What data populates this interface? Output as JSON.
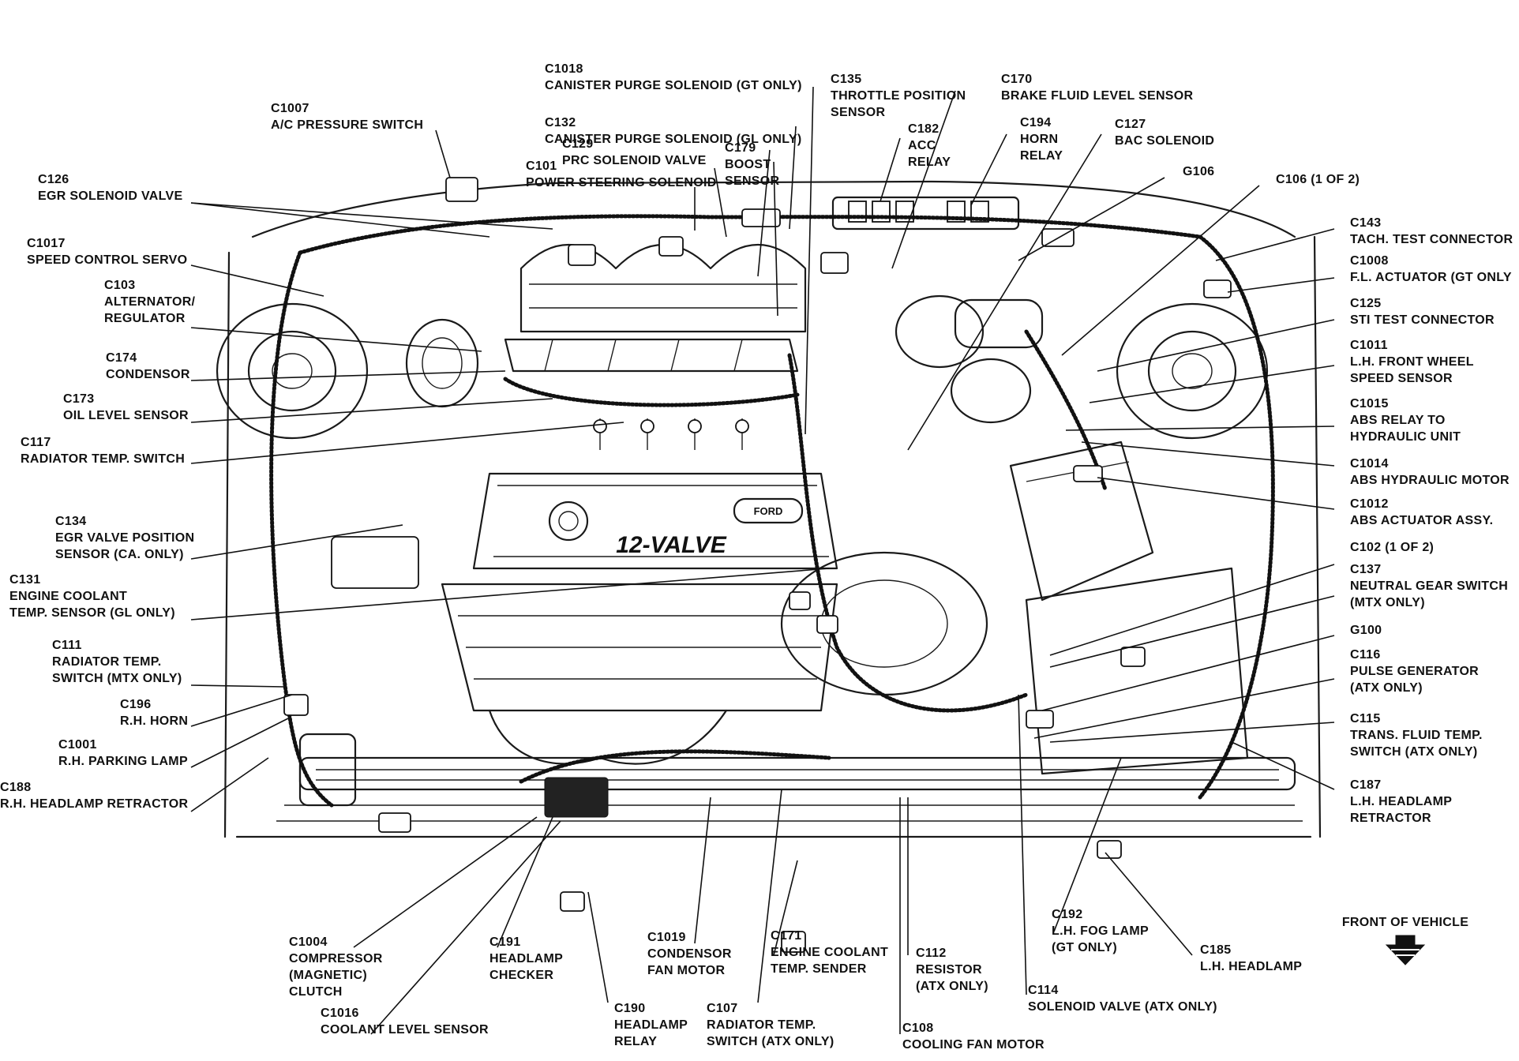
{
  "engine_logo": {
    "text": "12-VALVE",
    "badge": "FORD"
  },
  "front_marker": {
    "label": "FRONT OF VEHICLE",
    "arrow_icon": "down-arrow-icon"
  },
  "callouts": [
    {
      "id": "c1018",
      "lines": [
        "C1018",
        "CANISTER PURGE SOLENOID (GT ONLY)"
      ]
    },
    {
      "id": "c132",
      "lines": [
        "C132",
        "CANISTER PURGE SOLENOID (GL ONLY)"
      ]
    },
    {
      "id": "c135",
      "lines": [
        "C135",
        "THROTTLE POSITION",
        "SENSOR"
      ]
    },
    {
      "id": "c170",
      "lines": [
        "C170",
        "BRAKE FLUID LEVEL SENSOR"
      ]
    },
    {
      "id": "c1007",
      "lines": [
        "C1007",
        "A/C PRESSURE SWITCH"
      ]
    },
    {
      "id": "c182",
      "lines": [
        "C182",
        "ACC",
        "RELAY"
      ]
    },
    {
      "id": "c194",
      "lines": [
        "C194",
        "HORN",
        "RELAY"
      ]
    },
    {
      "id": "c127",
      "lines": [
        "C127",
        "BAC SOLENOID"
      ]
    },
    {
      "id": "c129",
      "lines": [
        "C129",
        "PRC SOLENOID VALVE"
      ]
    },
    {
      "id": "c179",
      "lines": [
        "C179",
        "BOOST",
        "SENSOR"
      ]
    },
    {
      "id": "c101",
      "lines": [
        "C101",
        "POWER STEERING SOLENOID"
      ]
    },
    {
      "id": "g106",
      "lines": [
        "G106"
      ]
    },
    {
      "id": "c106",
      "lines": [
        "C106 (1 OF 2)"
      ]
    },
    {
      "id": "c126",
      "lines": [
        "C126",
        "EGR SOLENOID  VALVE"
      ]
    },
    {
      "id": "c143",
      "lines": [
        "C143",
        "TACH. TEST CONNECTOR"
      ]
    },
    {
      "id": "c1017",
      "lines": [
        "C1017",
        "SPEED CONTROL SERVO"
      ]
    },
    {
      "id": "c1008",
      "lines": [
        "C1008",
        "F.L. ACTUATOR (GT ONLY"
      ]
    },
    {
      "id": "c103",
      "lines": [
        "C103",
        "ALTERNATOR/",
        "REGULATOR"
      ]
    },
    {
      "id": "c125",
      "lines": [
        "C125",
        "STI TEST CONNECTOR"
      ]
    },
    {
      "id": "c1011",
      "lines": [
        "C1011",
        "L.H. FRONT WHEEL",
        "SPEED SENSOR"
      ]
    },
    {
      "id": "c174",
      "lines": [
        "C174",
        "CONDENSOR"
      ]
    },
    {
      "id": "c1015",
      "lines": [
        "C1015",
        "ABS RELAY TO",
        "HYDRAULIC UNIT"
      ]
    },
    {
      "id": "c173",
      "lines": [
        "C173",
        "OIL LEVEL SENSOR"
      ]
    },
    {
      "id": "c117",
      "lines": [
        "C117",
        "RADIATOR TEMP. SWITCH"
      ]
    },
    {
      "id": "c1014",
      "lines": [
        "C1014",
        "ABS HYDRAULIC MOTOR"
      ]
    },
    {
      "id": "c1012",
      "lines": [
        "C1012",
        "ABS ACTUATOR ASSY."
      ]
    },
    {
      "id": "c134",
      "lines": [
        "C134",
        "EGR VALVE POSITION",
        "SENSOR (CA. ONLY)"
      ]
    },
    {
      "id": "c102",
      "lines": [
        "C102 (1 OF  2)"
      ]
    },
    {
      "id": "c131",
      "lines": [
        "C131",
        "ENGINE COOLANT",
        "TEMP.  SENSOR (GL ONLY)"
      ]
    },
    {
      "id": "c137",
      "lines": [
        "C137",
        "NEUTRAL GEAR SWITCH",
        "(MTX ONLY)"
      ]
    },
    {
      "id": "g100",
      "lines": [
        "G100"
      ]
    },
    {
      "id": "c111",
      "lines": [
        "C111",
        "RADIATOR TEMP.",
        "SWITCH (MTX ONLY)"
      ]
    },
    {
      "id": "c116",
      "lines": [
        "C116",
        "PULSE GENERATOR",
        "(ATX ONLY)"
      ]
    },
    {
      "id": "c196",
      "lines": [
        "C196",
        "R.H. HORN"
      ]
    },
    {
      "id": "c115",
      "lines": [
        "C115",
        "TRANS. FLUID TEMP.",
        "SWITCH (ATX ONLY)"
      ]
    },
    {
      "id": "c1001",
      "lines": [
        "C1001",
        "R.H. PARKING LAMP"
      ]
    },
    {
      "id": "c187",
      "lines": [
        "C187",
        "L.H. HEADLAMP",
        "RETRACTOR"
      ]
    },
    {
      "id": "c188",
      "lines": [
        "C188",
        "R.H. HEADLAMP RETRACTOR"
      ]
    },
    {
      "id": "c192",
      "lines": [
        "C192",
        "L.H. FOG LAMP",
        "(GT ONLY)"
      ]
    },
    {
      "id": "c185",
      "lines": [
        "C185",
        "L.H. HEADLAMP"
      ]
    },
    {
      "id": "c1004",
      "lines": [
        "C1004",
        "COMPRESSOR",
        "(MAGNETIC)",
        "CLUTCH"
      ]
    },
    {
      "id": "c191",
      "lines": [
        "C191",
        "HEADLAMP",
        "CHECKER"
      ]
    },
    {
      "id": "c1019",
      "lines": [
        "C1019",
        "CONDENSOR",
        "FAN MOTOR"
      ]
    },
    {
      "id": "c171",
      "lines": [
        "C171",
        "ENGINE COOLANT",
        "TEMP. SENDER"
      ]
    },
    {
      "id": "c112",
      "lines": [
        "C112",
        "RESISTOR",
        "(ATX ONLY)"
      ]
    },
    {
      "id": "c114",
      "lines": [
        "C114",
        "SOLENOID VALVE (ATX ONLY)"
      ]
    },
    {
      "id": "c1016",
      "lines": [
        "C1016",
        "COOLANT LEVEL SENSOR"
      ]
    },
    {
      "id": "c190",
      "lines": [
        "C190",
        "HEADLAMP",
        "RELAY"
      ]
    },
    {
      "id": "c107",
      "lines": [
        "C107",
        "RADIATOR TEMP.",
        "SWITCH (ATX ONLY)"
      ]
    },
    {
      "id": "c108",
      "lines": [
        "C108",
        "COOLING FAN MOTOR"
      ]
    }
  ]
}
